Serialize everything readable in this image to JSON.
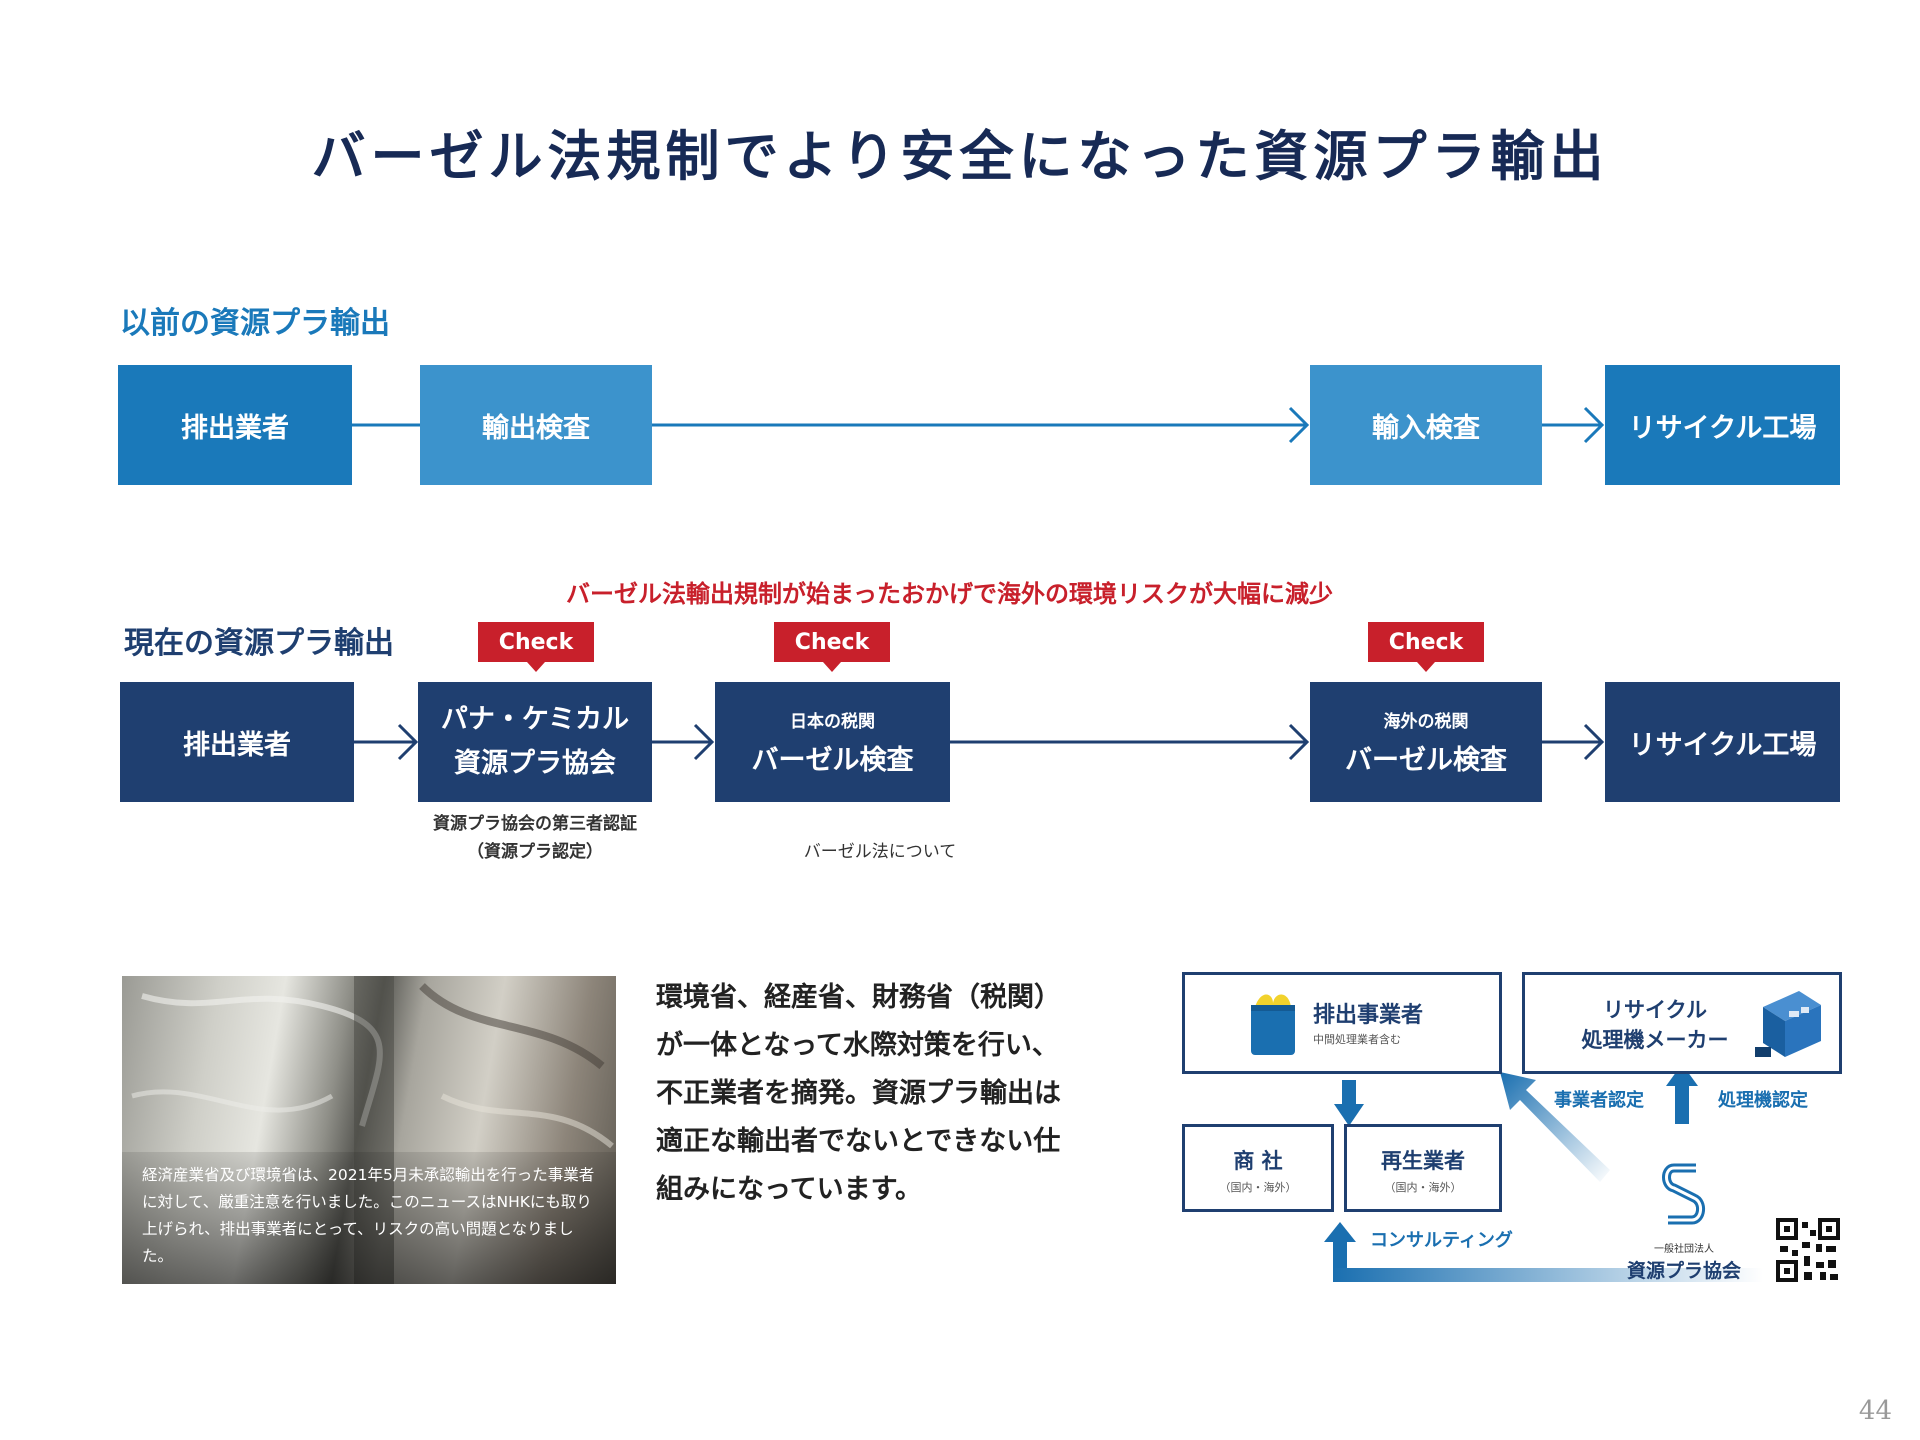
{
  "title": "バーゼル法規制でより安全になった資源プラ輸出",
  "before": {
    "label": "以前の資源プラ輸出",
    "boxes": [
      "排出業者",
      "輸出検査",
      "輸入検査",
      "リサイクル工場"
    ]
  },
  "current": {
    "label": "現在の資源プラ輸出",
    "note": "バーゼル法輸出規制が始まったおかげで海外の環境リスクが大幅に減少",
    "check_label": "Check",
    "box1": "排出業者",
    "box2_line1": "パナ・ケミカル",
    "box2_line2": "資源プラ協会",
    "box3_small": "日本の税関",
    "box3_big": "バーゼル検査",
    "box4_small": "海外の税関",
    "box4_big": "バーゼル検査",
    "box5": "リサイクル工場",
    "caption1_line1": "資源プラ協会の第三者認証",
    "caption1_line2": "（資源プラ認定）",
    "caption2": "バーゼル法について"
  },
  "photo": {
    "caption": "経済産業省及び環境省は、2021年5月未承認輸出を行った事業者に対して、厳重注意を行いました。このニュースはNHKにも取り上げられ、排出事業者にとって、リスクの高い問題となりました。"
  },
  "body": {
    "lines": [
      "環境省、経産省、財務省（税関）",
      "が一体となって水際対策を行い、",
      "不正業者を摘発。資源プラ輸出は",
      "適正な輸出者でないとできない仕",
      "組みになっています。"
    ]
  },
  "diagram": {
    "emitter": "排出事業者",
    "emitter_sub": "中間処理業者含む",
    "maker_line1": "リサイクル",
    "maker_line2": "処理機メーカー",
    "trader": "商 社",
    "trader_sub": "（国内・海外）",
    "recycler": "再生業者",
    "recycler_sub": "（国内・海外）",
    "cert1": "事業者認定",
    "cert2": "処理機認定",
    "consulting": "コンサルティング",
    "assoc_small": "一般社団法人",
    "assoc": "資源プラ協会"
  },
  "page_number": "44",
  "colors": {
    "title": "#172a55",
    "before_label": "#1a79ba",
    "current_label": "#1f3f70",
    "accent_red": "#c8202b"
  }
}
